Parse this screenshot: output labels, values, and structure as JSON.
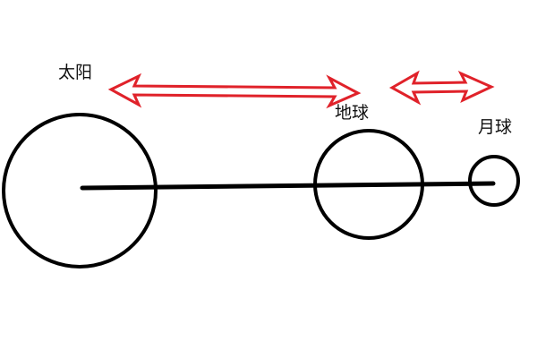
{
  "diagram": {
    "labels": {
      "sun": "太阳",
      "earth": "地球",
      "moon": "月球"
    },
    "colors": {
      "outline": "#000000",
      "arrow": "#e0222a",
      "background": "#ffffff"
    }
  }
}
